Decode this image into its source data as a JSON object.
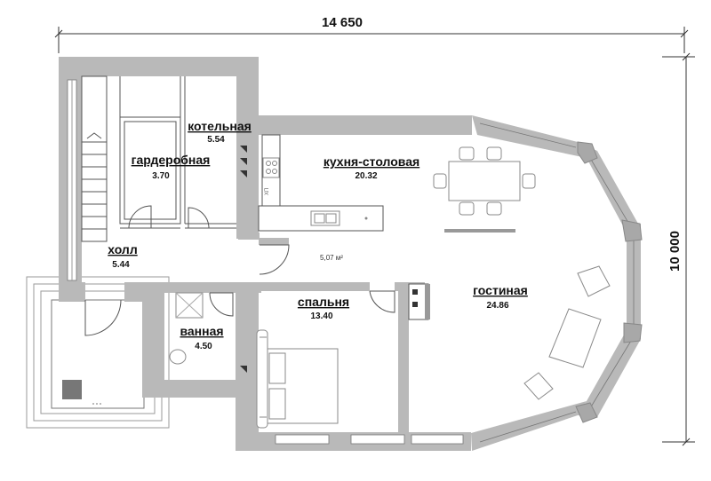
{
  "dimensions": {
    "width_label": "14 650",
    "height_label": "10 000"
  },
  "rooms": [
    {
      "id": "boiler",
      "name": "котельная",
      "area": "5.54"
    },
    {
      "id": "wardrobe",
      "name": "гардеробная",
      "area": "3.70"
    },
    {
      "id": "kitchen",
      "name": "кухня-столовая",
      "area": "20.32"
    },
    {
      "id": "hall",
      "name": "холл",
      "area": "5.44"
    },
    {
      "id": "bedroom",
      "name": "спальня",
      "area": "13.40"
    },
    {
      "id": "living",
      "name": "гостиная",
      "area": "24.86"
    },
    {
      "id": "bathroom",
      "name": "ванная",
      "area": "4.50"
    }
  ],
  "corridor_area": "5,07 м²",
  "fridge_label": "ХП"
}
